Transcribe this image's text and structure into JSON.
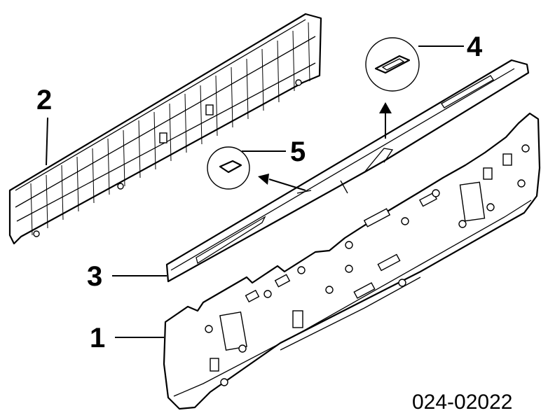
{
  "callouts": {
    "c1": "1",
    "c2": "2",
    "c3": "3",
    "c4": "4",
    "c5": "5"
  },
  "reference_number": "024-02022",
  "colors": {
    "ink": "#000000",
    "paper": "#ffffff"
  }
}
